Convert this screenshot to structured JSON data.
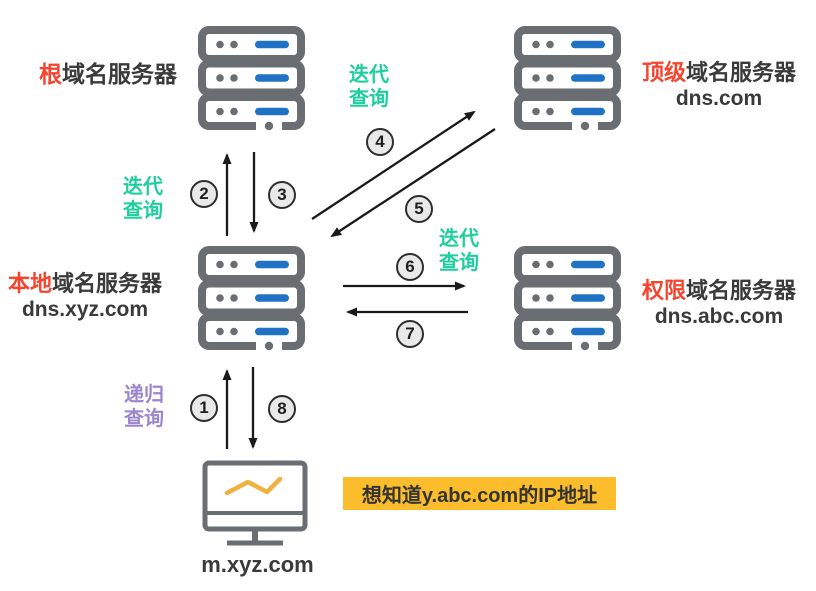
{
  "nodes": {
    "root_server": {
      "label_highlight": "根",
      "label_rest": "域名服务器",
      "icon": "server-stack-icon"
    },
    "tld_server": {
      "label_highlight": "顶级",
      "label_rest": "域名服务器",
      "domain": "dns.com",
      "icon": "server-stack-icon"
    },
    "local_server": {
      "label_highlight": "本地",
      "label_rest": "域名服务器",
      "domain": "dns.xyz.com",
      "icon": "server-stack-icon"
    },
    "auth_server": {
      "label_highlight": "权限",
      "label_rest": "域名服务器",
      "domain": "dns.abc.com",
      "icon": "server-stack-icon"
    },
    "client": {
      "domain": "m.xyz.com",
      "icon": "monitor-icon"
    }
  },
  "query_labels": {
    "iterative_top": {
      "line1": "迭代",
      "line2": "查询"
    },
    "iterative_left": {
      "line1": "迭代",
      "line2": "查询"
    },
    "iterative_right": {
      "line1": "迭代",
      "line2": "查询"
    },
    "recursive": {
      "line1": "递归",
      "line2": "查询"
    }
  },
  "steps": [
    "1",
    "2",
    "3",
    "4",
    "5",
    "6",
    "7",
    "8"
  ],
  "note": {
    "text": "想知道y.abc.com的IP地址"
  },
  "colors": {
    "highlight_red": "#F5452F",
    "iterative_teal": "#1FCE9E",
    "recursive_purple": "#9C87CC",
    "note_yellow": "#FBBD2B",
    "server_gray": "#6A6E72",
    "server_blue": "#2073C4",
    "arrow_black": "#1A1A1A",
    "screen_line_orange": "#F0B13E"
  }
}
